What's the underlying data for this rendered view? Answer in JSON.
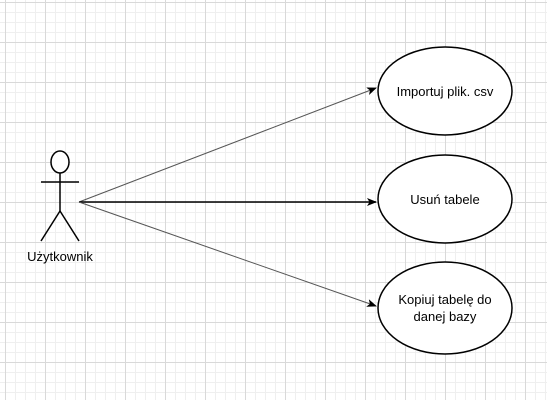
{
  "actor": {
    "label": "Użytkownik"
  },
  "use_cases": [
    {
      "label": "Importuj plik. csv"
    },
    {
      "label": "Usuń tabele"
    },
    {
      "label": "Kopiuj tabelę do\ndanej bazy"
    }
  ],
  "colors": {
    "stroke": "#000000",
    "grid": "#d9d9d9",
    "background": "#ffffff"
  }
}
